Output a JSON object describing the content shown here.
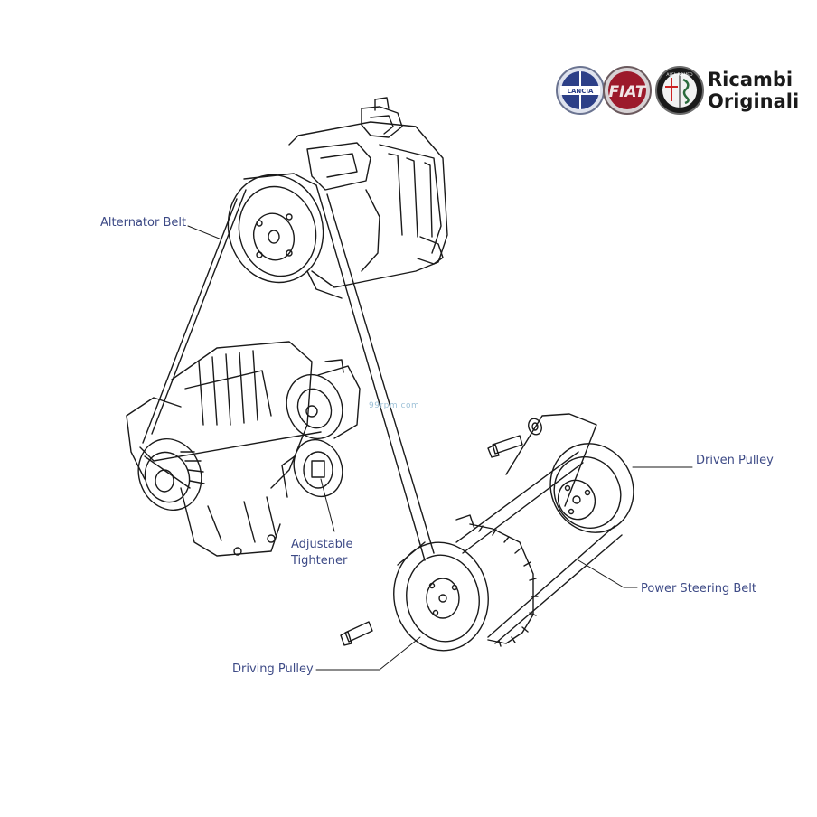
{
  "brand": {
    "line1": "Ricambi",
    "line2": "Originali",
    "logos": [
      {
        "name": "lancia-logo",
        "text": "LANCIA",
        "color": "#2c3f87"
      },
      {
        "name": "fiat-logo",
        "text": "FIAT",
        "color": "#9c1a2b"
      },
      {
        "name": "alfa-romeo-logo",
        "text": "ALFA ROMEO",
        "color": "#1f3b2a"
      }
    ]
  },
  "watermark": "99rpm.com",
  "labels": {
    "alternator_belt": "Alternator Belt",
    "adjustable_tightener_line1": "Adjustable",
    "adjustable_tightener_line2": "Tightener",
    "driving_pulley": "Driving Pulley",
    "driven_pulley": "Driven Pulley",
    "power_steering_belt": "Power Steering Belt"
  },
  "colors": {
    "label_text": "#3d4a86",
    "line_art": "#1a1a1a"
  }
}
